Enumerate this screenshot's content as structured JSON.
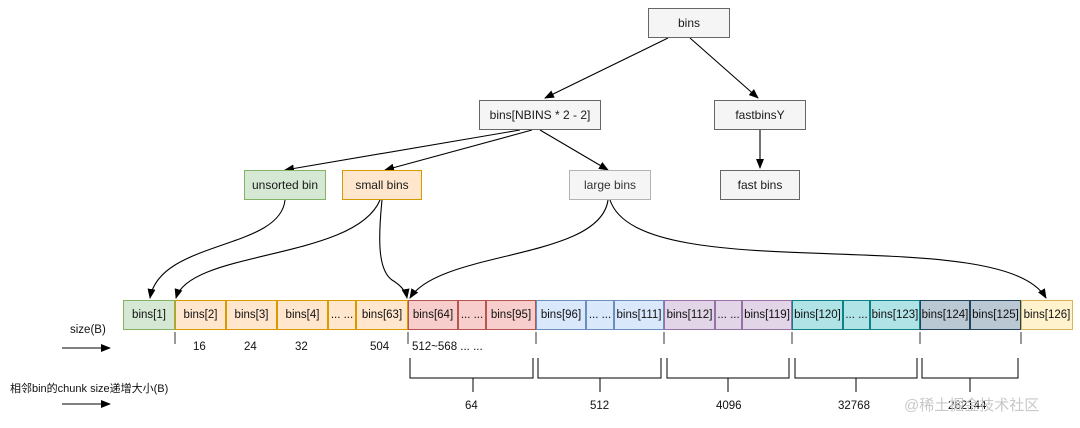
{
  "nodes": {
    "bins": "bins",
    "bins_nbins": "bins[NBINS * 2 - 2]",
    "fastbinsY": "fastbinsY",
    "unsorted_bin": "unsorted bin",
    "small_bins": "small bins",
    "large_bins": "large bins",
    "fast_bins": "fast bins"
  },
  "array_cells": [
    "bins[1]",
    "bins[2]",
    "bins[3]",
    "bins[4]",
    "... ...",
    "bins[63]",
    "bins[64]",
    "... ...",
    "bins[95]",
    "bins[96]",
    "... ...",
    "bins[111]",
    "bins[112]",
    "... ...",
    "bins[119]",
    "bins[120]",
    "... ...",
    "bins[123]",
    "bins[124]",
    "bins[125]",
    "bins[126]"
  ],
  "legend": {
    "size_label": "size(B)",
    "increment_label": "相邻bin的chunk size递增大小(B)"
  },
  "sizes": {
    "s16": "16",
    "s24": "24",
    "s32": "32",
    "s504": "504",
    "s512_568": "512~568 ... ..."
  },
  "increments": {
    "i64": "64",
    "i512": "512",
    "i4096": "4096",
    "i32768": "32768",
    "i262144": "262144"
  },
  "watermark": "@稀土掘金技术社区"
}
